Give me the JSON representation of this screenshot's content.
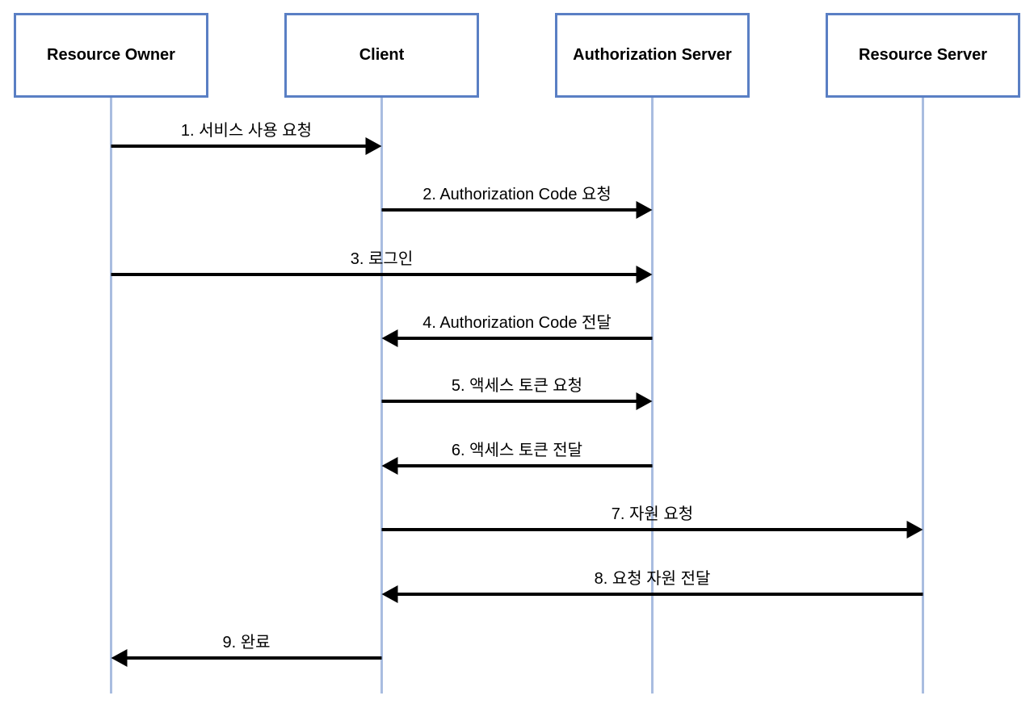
{
  "actors": [
    {
      "name": "Resource Owner"
    },
    {
      "name": "Client"
    },
    {
      "name": "Authorization Server"
    },
    {
      "name": "Resource Server"
    }
  ],
  "messages": [
    {
      "label": "1. 서비스 사용 요청",
      "from": 0,
      "to": 1
    },
    {
      "label": "2. Authorization Code 요청",
      "from": 1,
      "to": 2
    },
    {
      "label": "3. 로그인",
      "from": 0,
      "to": 2
    },
    {
      "label": "4. Authorization Code 전달",
      "from": 2,
      "to": 1
    },
    {
      "label": "5. 액세스 토큰 요청",
      "from": 1,
      "to": 2
    },
    {
      "label": "6. 액세스 토큰 전달",
      "from": 2,
      "to": 1
    },
    {
      "label": "7. 자원 요청",
      "from": 1,
      "to": 3
    },
    {
      "label": "8. 요청 자원 전달",
      "from": 3,
      "to": 1
    },
    {
      "label": "9. 완료",
      "from": 1,
      "to": 0
    }
  ],
  "colors": {
    "box_border": "#5a7fc4",
    "lifeline": "#a9bde0",
    "arrow": "#000000"
  }
}
